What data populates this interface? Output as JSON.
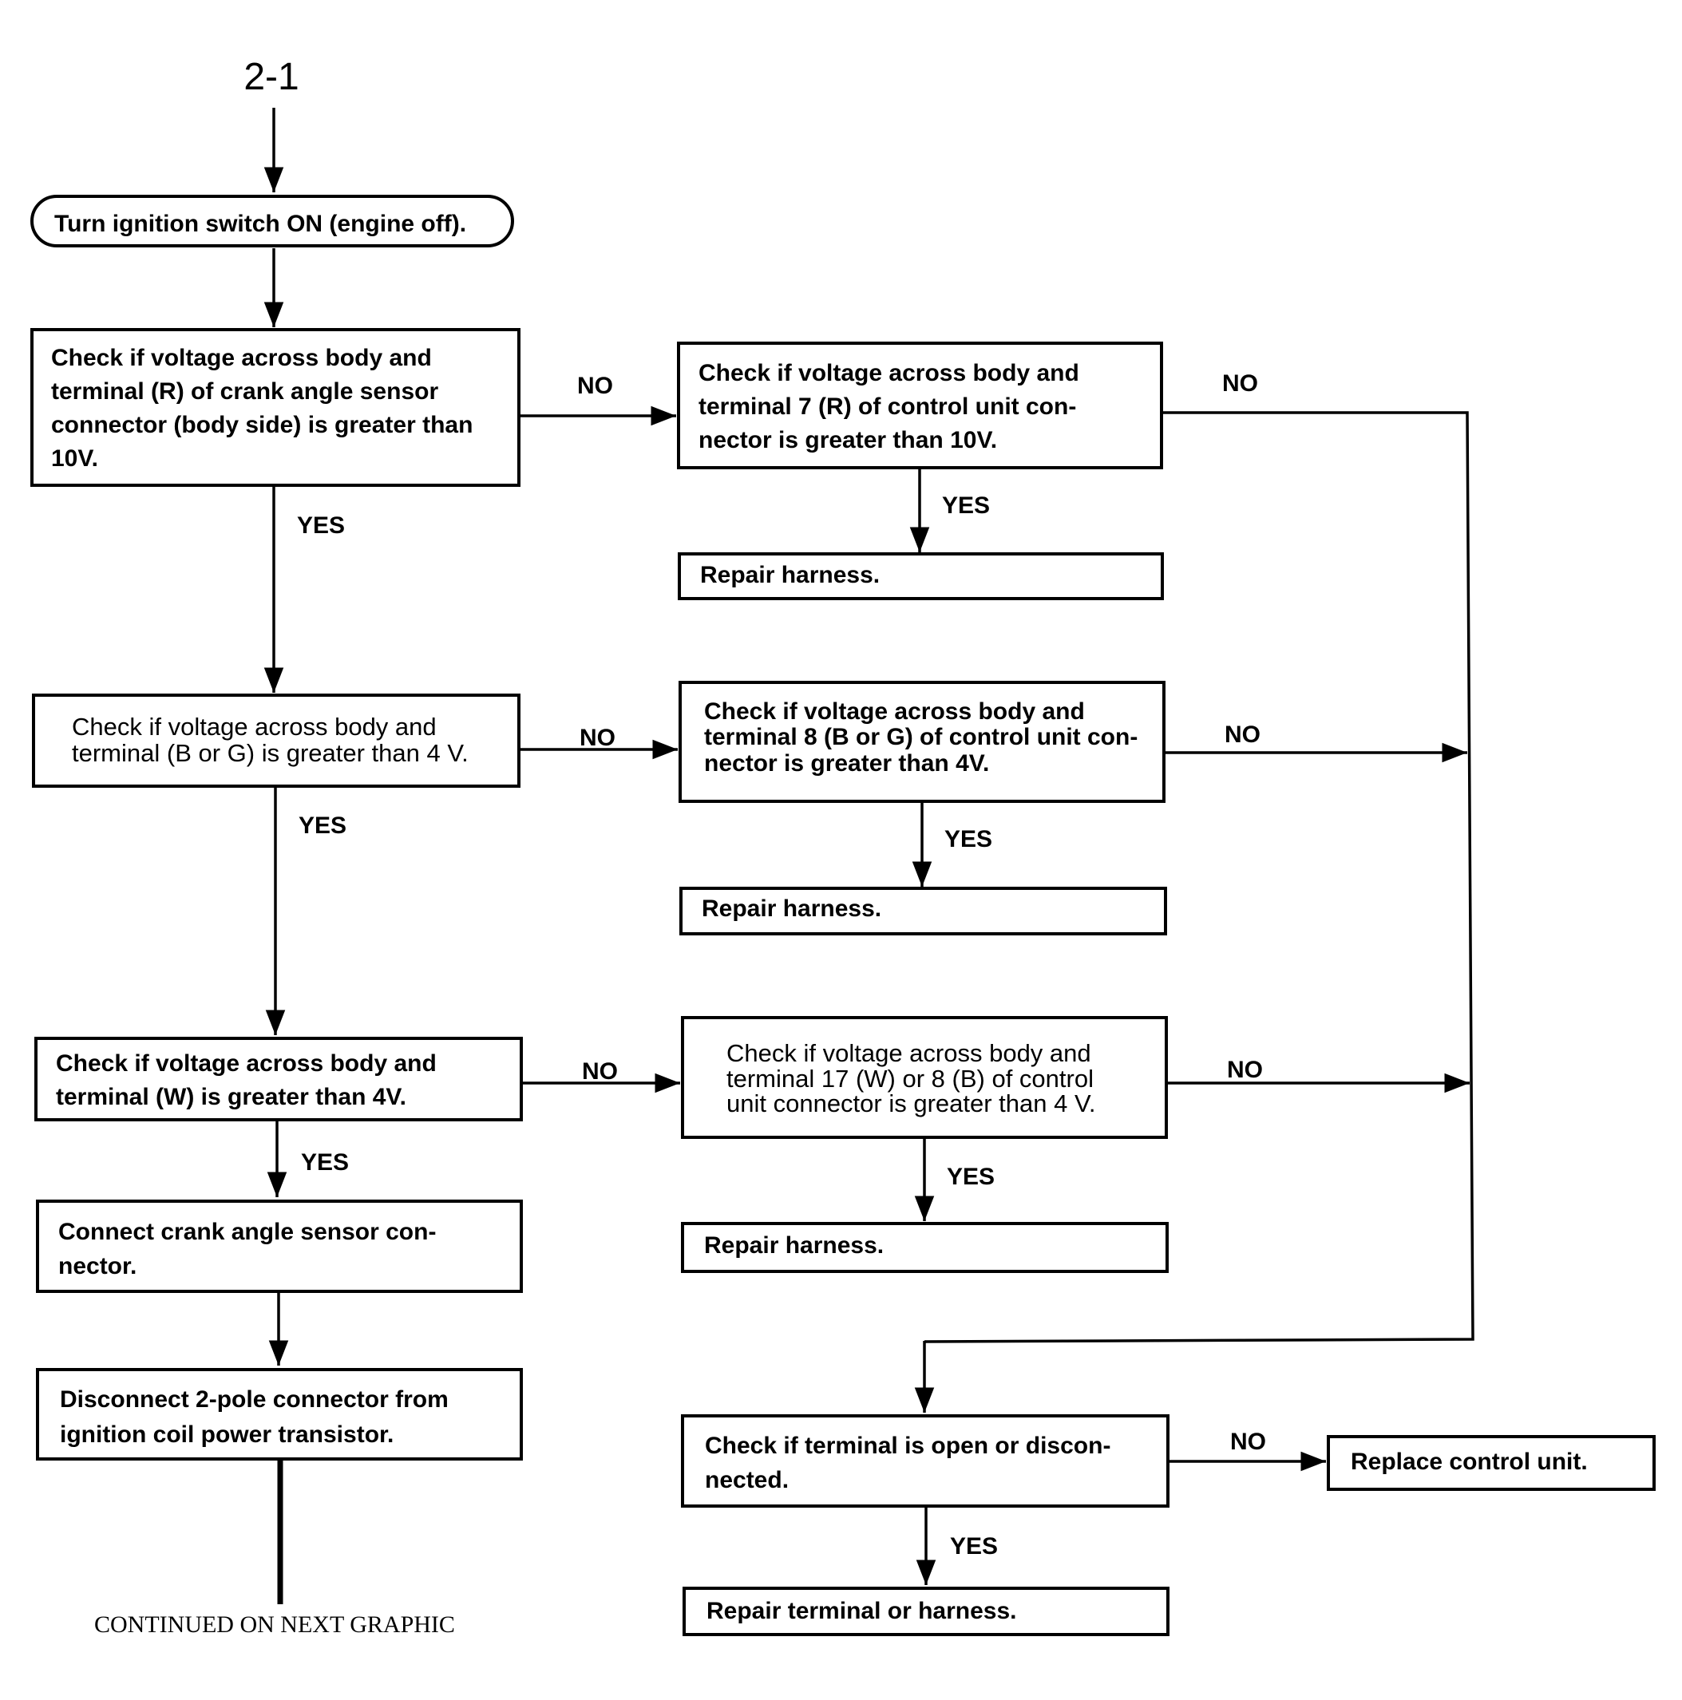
{
  "reference": "2-1",
  "start": {
    "label": "Turn ignition switch ON (engine off)."
  },
  "nodes": {
    "check_r": [
      "Check if voltage across body and",
      "terminal (R) of crank angle sensor",
      "connector (body side) is greater than",
      "10V."
    ],
    "check_bg": [
      "Check if voltage across body and",
      "terminal (B or G) is greater than 4 V."
    ],
    "check_w": [
      "Check if voltage across body and",
      "terminal (W) is greater than 4V."
    ],
    "connect_cas": [
      "Connect crank angle sensor con-",
      "nector."
    ],
    "disconnect_2p": [
      "Disconnect 2-pole connector from",
      "ignition coil power transistor."
    ],
    "check_t7": [
      "Check if voltage across body and",
      "terminal 7 (R) of control unit con-",
      "nector is greater than 10V."
    ],
    "repair_1": [
      "Repair harness."
    ],
    "check_t8": [
      "Check if voltage across body and",
      "terminal 8 (B or G) of control unit con-",
      "nector is greater than 4V."
    ],
    "repair_2": [
      "Repair harness."
    ],
    "check_t17": [
      "Check if voltage across body and",
      "terminal 17 (W) or 8 (B) of control",
      "unit connector is greater than 4 V."
    ],
    "repair_3": [
      "Repair harness."
    ],
    "check_terminal": [
      "Check if terminal is open or discon-",
      "nected."
    ],
    "replace_cu": [
      "Replace control unit."
    ],
    "repair_terminal": [
      "Repair terminal or harness."
    ]
  },
  "labels": {
    "yes": "YES",
    "no": "NO"
  },
  "footer": "CONTINUED ON NEXT GRAPHIC"
}
